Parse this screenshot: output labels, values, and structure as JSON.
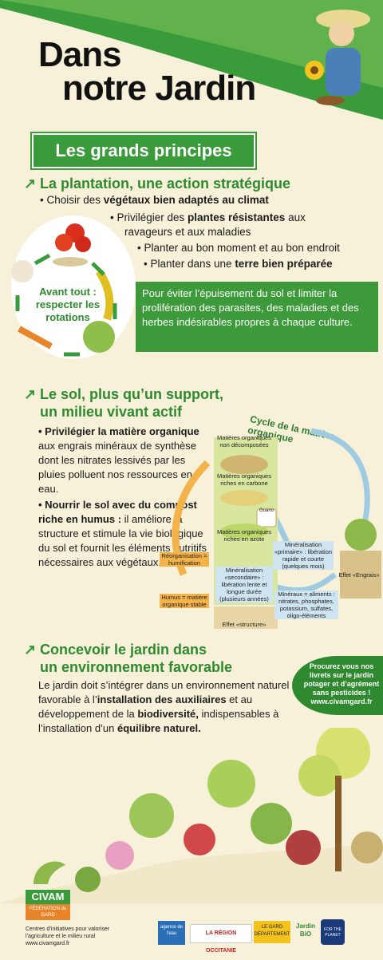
{
  "header": {
    "title_line1": "Dans",
    "title_line2": "notre Jardin"
  },
  "banner": "Les grands principes",
  "section1": {
    "title": "La plantation, une action stratégique",
    "b1_a": "• Choisir des ",
    "b1_b": "végétaux bien adaptés au climat",
    "b2_a": "• Privilégier des ",
    "b2_b": "plantes résistantes",
    "b2_c": " aux",
    "b2_d": "ravageurs et  aux maladies",
    "b3": "• Planter au bon moment et au bon endroit",
    "b4_a": "• Planter dans une ",
    "b4_b": "terre bien préparée",
    "rotation": "Avant tout : respecter les rotations",
    "box": "Pour éviter l’épuisement du sol et limiter la prolifération des parasites, des maladies et des herbes indésirables propres à chaque culture."
  },
  "section2": {
    "title_l1": "Le sol, plus qu’un support,",
    "title_l2": "un milieu vivant actif",
    "p1_b": "• Privilégier la matière organique",
    "p1": " aux engrais minéraux de synthèse dont les nitrates lessivés par les pluies polluent nos ressources en eau.",
    "p2_b": "• Nourrir le sol avec du compost riche en humus :",
    "p2": " il améliore la structure et stimule la vie biologique du sol et fournit les éléments nutritifs nécessaires aux végétaux."
  },
  "cycle": {
    "title": "Cycle de la matière organique",
    "l1": "Matières organiques non décomposées",
    "l2": "Matières organiques riches en carbone",
    "l3": "Matières organiques riches en azote",
    "l4": "Réorganisation = humification",
    "l5": "Minéralisation «primaire» : libération rapide et courte (quelques mois)",
    "l6": "Minéralisation «secondaire» : libération lente et longue durée (plusieurs années)",
    "l7": "Humus = matière organique stable",
    "l8": "Minéraux = aliments : nitrates, phosphates, potassium, sulfates, oligo-éléments",
    "l9": "Effet «Engrais»",
    "l10": "Effet «structure»",
    "bag": "Guano"
  },
  "section3": {
    "title_l1": "Concevoir le jardin dans",
    "title_l2": "un environnement favorable",
    "p_a": "Le jardin doit s’intégrer dans un environnement naturel favorable à l’",
    "p_b": "installation des auxiliaires",
    "p_c": " et au développement de la ",
    "p_d": "biodiversité,",
    "p_e": " indispensables à l’installation d’un ",
    "p_f": "équilibre naturel."
  },
  "promo": "Procurez vous nos livrets sur le jardin potager et d’agrément sans pesticides ! www.civamgard.fr",
  "footer": {
    "civam": "CIVAM",
    "federation": "FÉDÉRATION du GARD",
    "tagline": "Centres d’initiatives pour valoriser l’agriculture et le milieu rural",
    "site": "www.civamgard.fr",
    "logo1": "agence de l’eau",
    "logo2": "LA RÉGION OCCITANIE",
    "logo3": "LE GARD DÉPARTEMENT",
    "logo4": "Jardin BiO",
    "logo5": "FOR THE PLANET"
  },
  "colors": {
    "green": "#3a9b3a",
    "cream": "#f6f1d8"
  }
}
